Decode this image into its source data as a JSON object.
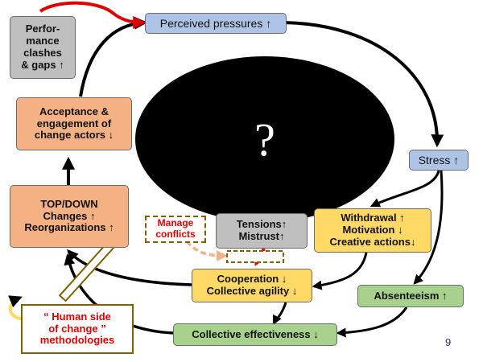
{
  "diagram": {
    "perceived_pressures": "Perceived pressures ↑",
    "performance_clashes": "Perfor-\nmance\nclashes\n& gaps ↑",
    "acceptance": "Acceptance &\nengagement of\nchange actors ↓",
    "top_down": "TOP/DOWN\nChanges ↑\nReorganizations ↑",
    "stress": "Stress ↑",
    "withdrawal": "Withdrawal ↑\nMotivation ↓\nCreative actions↓",
    "tensions": "Tensions↑\nMistrust↑",
    "manage_conflicts": "Manage\nconflicts",
    "cooperation": "Cooperation ↓\nCollective agility ↓",
    "absenteeism": "Absenteeism ↑",
    "collective_effectiveness": "Collective effectiveness ↓",
    "human_side": "“ Human side\nof change ”\nmethodologies",
    "question_mark": "?"
  },
  "page_number": "9",
  "colors": {
    "gray": "#bfbfbf",
    "orange": "#f4b183",
    "blue": "#adc4e6",
    "yellow": "#ffd966",
    "green": "#a9d18e",
    "red_arrow": "#e00000",
    "brown_border": "#7f6000"
  }
}
